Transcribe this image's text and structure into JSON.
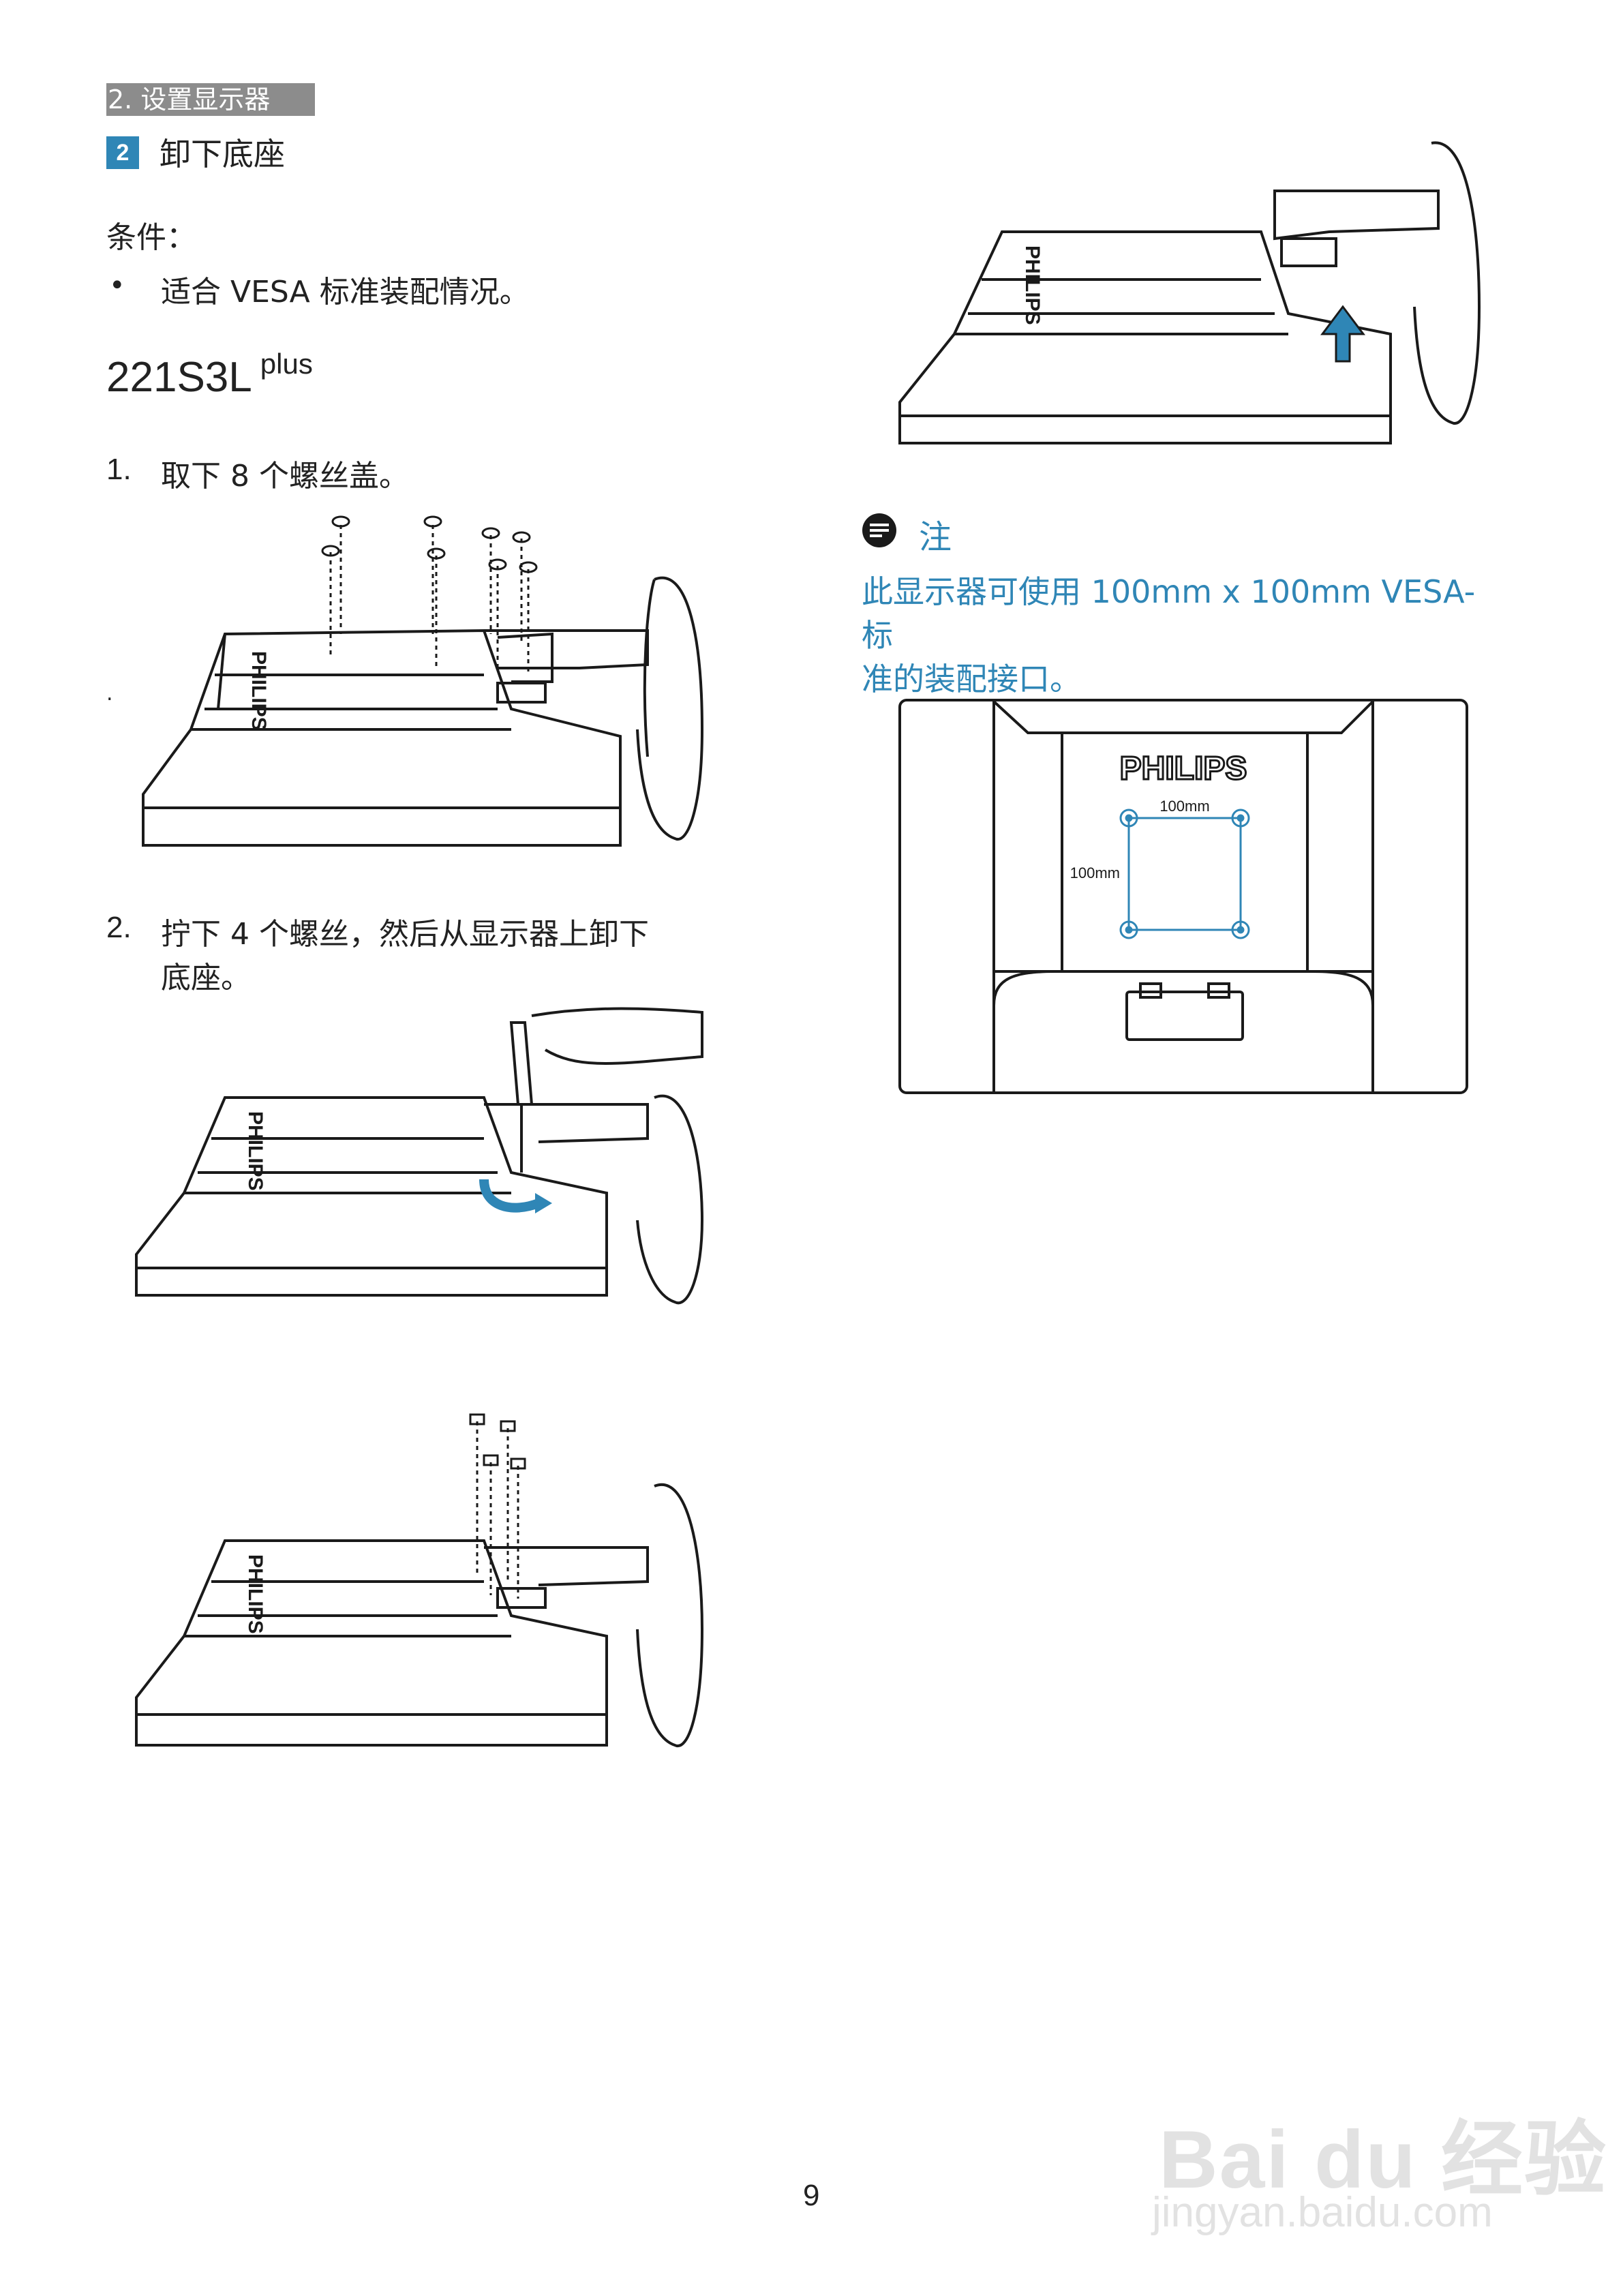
{
  "section": "2. 设置显示器",
  "step_number": "2",
  "heading": "卸下底座",
  "condition_label": "条件：",
  "condition_bullet": "•",
  "condition_text": "适合 VESA 标准装配情况。",
  "model": "221S3L",
  "model_sup": "plus",
  "steps": [
    {
      "num": "1.",
      "text": "取下 8 个螺丝盖。"
    },
    {
      "num": "2.",
      "text_line1": "拧下 4 个螺丝，然后从显示器上卸下",
      "text_line2": "底座。"
    }
  ],
  "stray_dot": ".",
  "note": {
    "title": "注",
    "text_line1": "此显示器可使用 100mm x 100mm VESA- 标",
    "text_line2": "准的装配接口。"
  },
  "vesa_figure": {
    "brand": "PHILIPS",
    "label_horizontal": "100mm",
    "label_vertical": "100mm",
    "accent_color": "#2f86b6"
  },
  "monitor_brand_text": "PHILIPS",
  "page_number": "9",
  "watermark": {
    "text": "Bai du 经验",
    "url": "jingyan.baidu.com"
  }
}
